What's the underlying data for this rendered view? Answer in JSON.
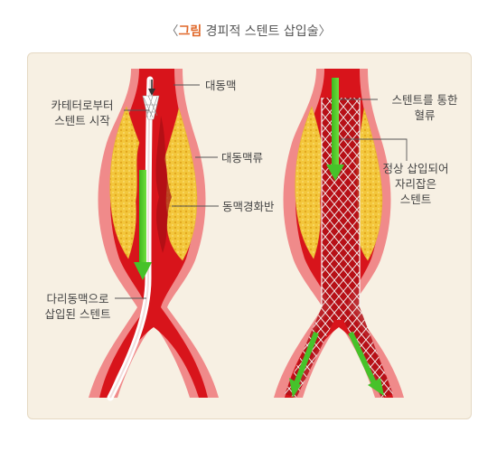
{
  "title": {
    "bracket_left": "〈",
    "accent": "그림",
    "text": " 경피적 스텐트 삽입술",
    "bracket_right": "〉"
  },
  "labels": {
    "aorta": "대동맥",
    "catheter_start_1": "카테터로부터",
    "catheter_start_2": "스텐트 시작",
    "aneurysm": "대동맥류",
    "plaque": "동맥경화반",
    "femoral_1": "다리동맥으로",
    "femoral_2": "삽입된 스텐트",
    "flow_1": "스텐트를 통한",
    "flow_2": "혈류",
    "placed_1": "정상 삽입되어",
    "placed_2": "자리잡은",
    "placed_3": "스텐트"
  },
  "colors": {
    "accent": "#e0682a",
    "blood": "#d8141b",
    "vessel_wall": "#f08a8a",
    "plaque": "#f3c73c",
    "arrow": "#46c22a",
    "panel_bg": "#f7f0e3"
  }
}
